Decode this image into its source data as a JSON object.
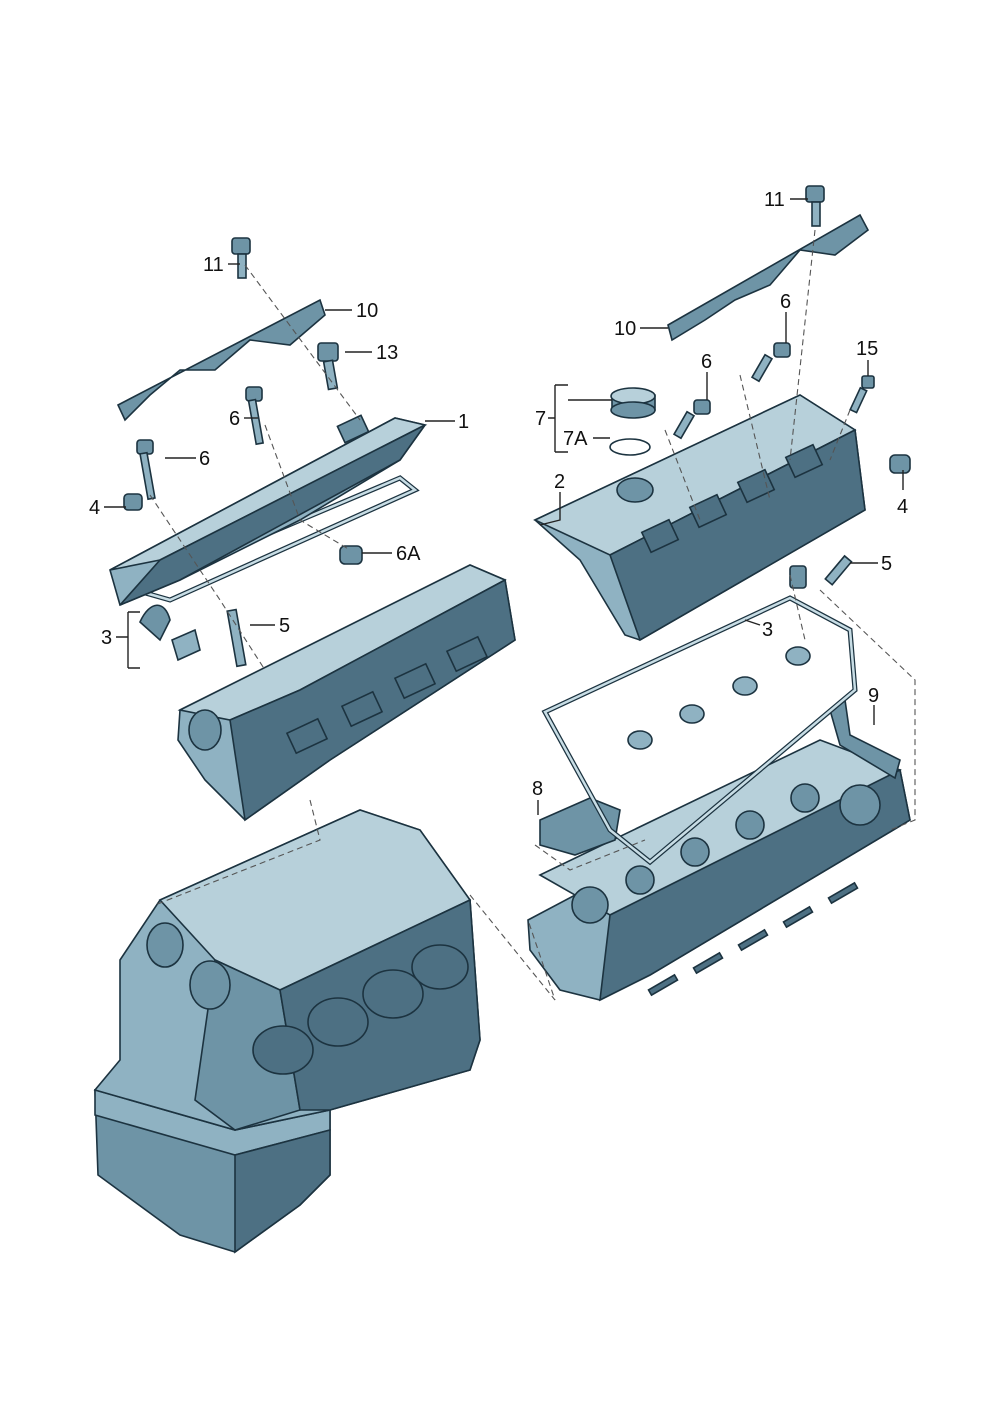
{
  "labels": {
    "l_11a": "11",
    "l_10a": "10",
    "l_13": "13",
    "l_6a": "6",
    "l_1": "1",
    "l_6b": "6",
    "l_4a": "4",
    "l_6A": "6A",
    "l_3a": "3",
    "l_5a": "5",
    "l_11b": "11",
    "l_10b": "10",
    "l_6c": "6",
    "l_15": "15",
    "l_6d": "6",
    "l_7": "7",
    "l_7A": "7A",
    "l_2": "2",
    "l_4b": "4",
    "l_5b": "5",
    "l_3b": "3",
    "l_9": "9",
    "l_8": "8"
  },
  "colors": {
    "part_light": "#b7d0da",
    "part_mid": "#8fb2c2",
    "part_dark": "#4d7083",
    "outline": "#1c3340"
  }
}
